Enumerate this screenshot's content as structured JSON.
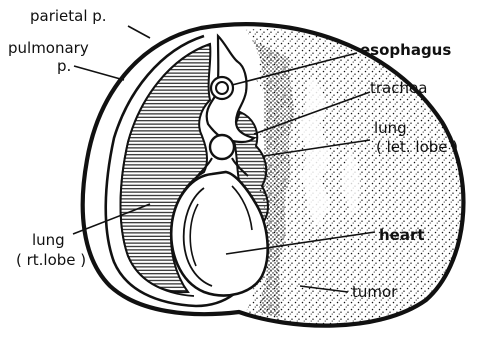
{
  "colors": {
    "ink": "#111111",
    "paper": "#ffffff"
  },
  "labels": {
    "parietal": "parietal p.",
    "pulmonary_line1": "pulmonary",
    "pulmonary_line2": "p.",
    "esophagus": "esophagus",
    "trachea": "trachea",
    "lung_left_line1": "lung",
    "lung_left_line2": "( let. lobe )",
    "heart": "heart",
    "lung_right_line1": "lung",
    "lung_right_line2": "( rt.lobe )",
    "tumor": "tumor"
  },
  "icons": {
    "cross_section": "thoracic-cross-section-illustration"
  }
}
